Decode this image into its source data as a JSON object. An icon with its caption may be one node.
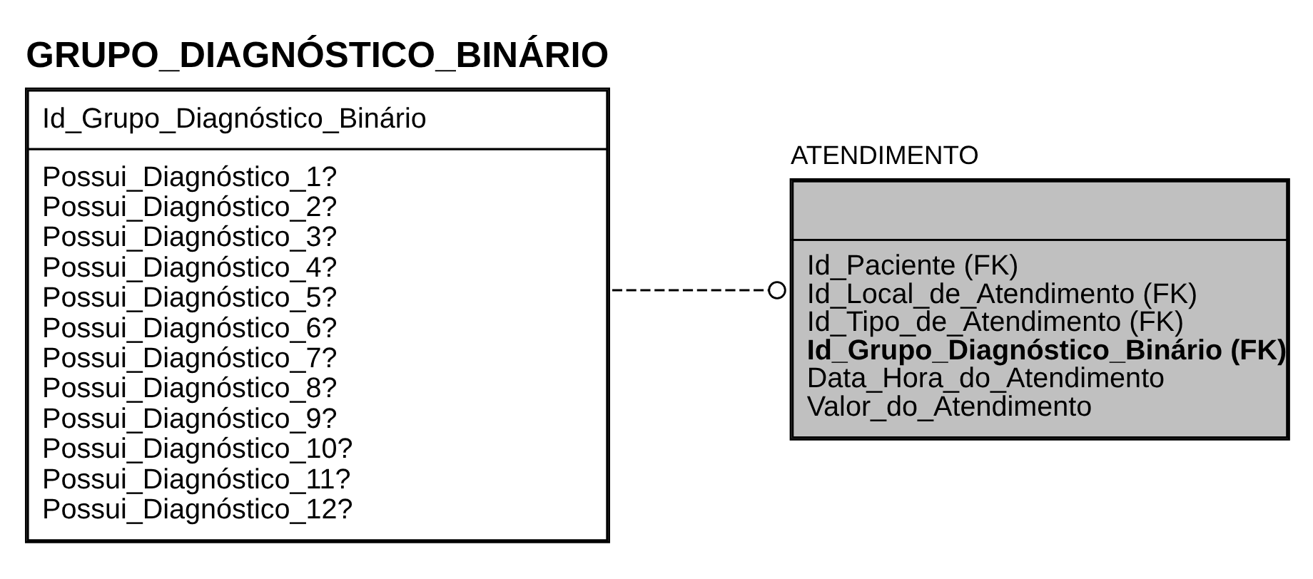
{
  "diagram": {
    "nodes": [
      {
        "text": [
          "GRUPO_DIAGNÓSTICO_BINÁRIO",
          "Id_Grupo_Diagnóstico_Binário",
          "Possui_Diagnóstico_1?",
          "Possui_Diagnóstico_2?",
          "Possui_Diagnóstico_3?",
          "Possui_Diagnóstico_4?",
          "Possui_Diagnóstico_5?",
          "Possui_Diagnóstico_6?",
          "Possui_Diagnóstico_7?",
          "Possui_Diagnóstico_8?",
          "Possui_Diagnóstico_9?",
          "Possui_Diagnóstico_10?",
          "Possui_Diagnóstico_11?",
          "Possui_Diagnóstico_12?"
        ]
      },
      {
        "text": [
          "ATENDIMENTO",
          "Id_Paciente (FK)",
          "Id_Local_de_Atendimento (FK)",
          "Id_Tipo_de_Atendimento (FK)",
          "Id_Grupo_Diagnóstico_Binário (FK)",
          "Data_Hora_do_Atendimento",
          "Valor_do_Atendimento"
        ]
      }
    ],
    "edges": [
      {
        "from": 0,
        "to": 1,
        "arrow": "other",
        "style": "dashed"
      }
    ]
  }
}
